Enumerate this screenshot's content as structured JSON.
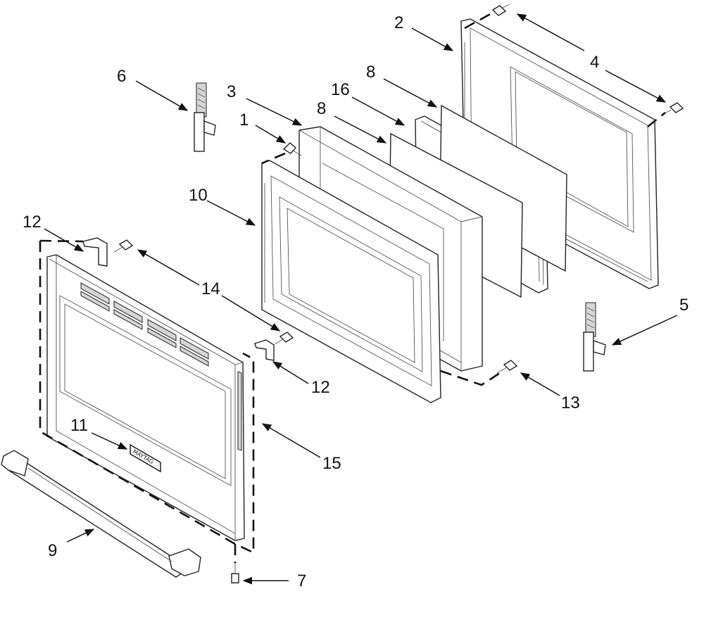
{
  "callouts": [
    {
      "id": "c1",
      "label": "1"
    },
    {
      "id": "c2",
      "label": "2"
    },
    {
      "id": "c3",
      "label": "3"
    },
    {
      "id": "c4",
      "label": "4"
    },
    {
      "id": "c5",
      "label": "5"
    },
    {
      "id": "c6",
      "label": "6"
    },
    {
      "id": "c7",
      "label": "7"
    },
    {
      "id": "c8a",
      "label": "8"
    },
    {
      "id": "c8b",
      "label": "8"
    },
    {
      "id": "c9",
      "label": "9"
    },
    {
      "id": "c10",
      "label": "10"
    },
    {
      "id": "c11",
      "label": "11"
    },
    {
      "id": "c12a",
      "label": "12"
    },
    {
      "id": "c12b",
      "label": "12"
    },
    {
      "id": "c13",
      "label": "13"
    },
    {
      "id": "c14",
      "label": "14"
    },
    {
      "id": "c15",
      "label": "15"
    },
    {
      "id": "c16",
      "label": "16"
    }
  ],
  "brand_plate": "MAYTAG"
}
